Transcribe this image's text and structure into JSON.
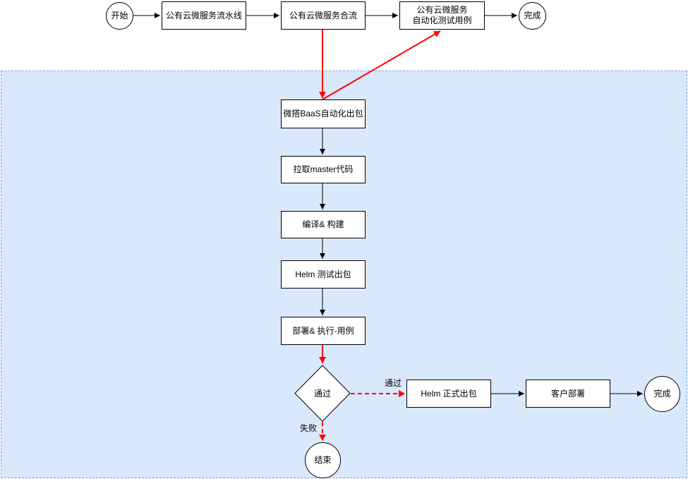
{
  "colors": {
    "swimlane_fill": "#dae8fc",
    "swimlane_border": "#7ea6e0",
    "normal_edge": "#000000",
    "highlight_edge": "#ff0000"
  },
  "nodes": {
    "start_top": "开始",
    "pipeline": "公有云微服务流水线",
    "merge": "公有云微服务合流",
    "autotest": "公有云微服务\n自动化测试用例",
    "end_top": "完成",
    "baas_pack": "微搭BaaS自动化出包",
    "pull_master": "拉取master代码",
    "compile_build": "编译& 构建",
    "helm_test_pack": "Helm 测试出包",
    "deploy_exec": "部署& 执行-用例",
    "pass_decision": "通过",
    "helm_release_pack": "Helm 正式出包",
    "customer_deploy": "客户部署",
    "end_right": "完成",
    "end_fail": "结束"
  },
  "edge_labels": {
    "pass": "通过",
    "fail": "失败"
  }
}
